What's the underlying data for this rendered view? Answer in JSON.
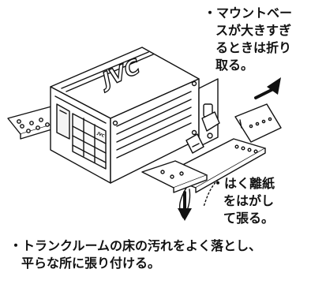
{
  "device": {
    "brand_logo": "JVC",
    "front_logo": "JVC"
  },
  "notes": {
    "mount_base": [
      "・マウントベー",
      "スが大きすぎ",
      "るときは折り",
      "取る。"
    ],
    "release_paper": [
      "・はく離紙",
      "をはがし",
      "て張る。"
    ],
    "instruction": [
      "・トランクルームの床の汚れをよく落とし、",
      "平らな所に張り付ける。"
    ]
  }
}
